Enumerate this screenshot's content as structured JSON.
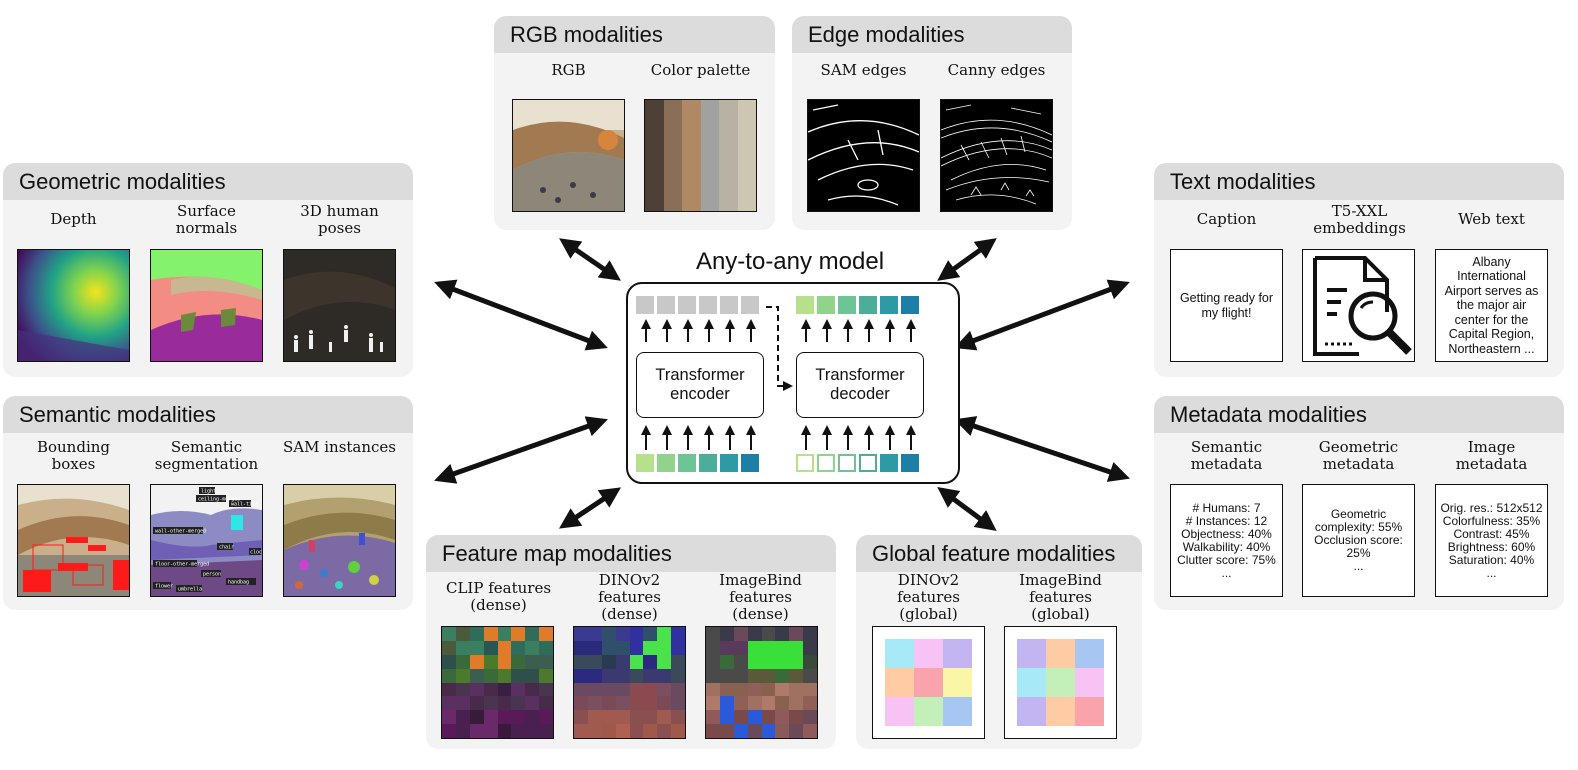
{
  "center": {
    "title": "Any-to-any model",
    "encoder_label": "Transformer encoder",
    "decoder_label": "Transformer decoder",
    "token_colors": [
      "#b7e08d",
      "#8fd48a",
      "#6fc497",
      "#4cae99",
      "#2e9aa4",
      "#1b7fa8"
    ]
  },
  "panels": {
    "rgb": {
      "title": "RGB modalities",
      "items": [
        "RGB",
        "Color palette"
      ],
      "palette_colors": [
        "#4c4039",
        "#8a6f58",
        "#b08863",
        "#a1a1a1",
        "#b7b2a3",
        "#cdc6b2"
      ]
    },
    "edge": {
      "title": "Edge modalities",
      "items": [
        "SAM edges",
        "Canny edges"
      ]
    },
    "geometric": {
      "title": "Geometric modalities",
      "items": [
        "Depth",
        "Surface normals",
        "3D human poses"
      ]
    },
    "semantic": {
      "title": "Semantic modalities",
      "items": [
        "Bounding boxes",
        "Semantic segmentation",
        "SAM instances"
      ],
      "seg_labels": [
        "light",
        "ceiling-merged",
        "wall-tile",
        "wall-other-merged",
        "chair",
        "clock",
        "floor-other-merged",
        "handbag",
        "flower",
        "umbrella",
        "person"
      ]
    },
    "text": {
      "title": "Text modalities",
      "items": [
        "Caption",
        "T5-XXL embeddings",
        "Web text"
      ],
      "caption": "Getting ready for my flight!",
      "web_text": "Albany International Airport serves as the major air center for the Capital Region, Northeastern ..."
    },
    "metadata": {
      "title": "Metadata modalities",
      "items": [
        "Semantic metadata",
        "Geometric metadata",
        "Image metadata"
      ],
      "semantic_lines": [
        "# Humans: 7",
        "# Instances: 12",
        "Objectness: 40%",
        "Walkability: 40%",
        "Clutter score: 75%",
        "..."
      ],
      "geometric_lines": [
        "Geometric complexity: 55%",
        "Occlusion score: 25%",
        "..."
      ],
      "image_lines": [
        "Orig. res.: 512x512",
        "Colorfulness: 35%",
        "Contrast: 45%",
        "Brightness: 60%",
        "Saturation: 40%",
        "..."
      ]
    },
    "featuremap": {
      "title": "Feature map modalities",
      "items": [
        "CLIP features (dense)",
        "DINOv2 features (dense)",
        "ImageBind features (dense)"
      ]
    },
    "global": {
      "title": "Global feature modalities",
      "items": [
        "DINOv2 features (global)",
        "ImageBind features (global)"
      ],
      "dino_colors": [
        "#a7e9f6",
        "#f7c3f4",
        "#c2b5f2",
        "#ffcba4",
        "#f9a3aa",
        "#f9f6a8",
        "#f7c3f4",
        "#c3f0b8",
        "#a7c7f2"
      ],
      "imagebind_colors": [
        "#c2b5f2",
        "#ffcba4",
        "#a7c7f2",
        "#a7e9f6",
        "#c3f0b8",
        "#f7c3f4",
        "#c2b5f2",
        "#ffcba4",
        "#f9a3aa"
      ]
    }
  }
}
